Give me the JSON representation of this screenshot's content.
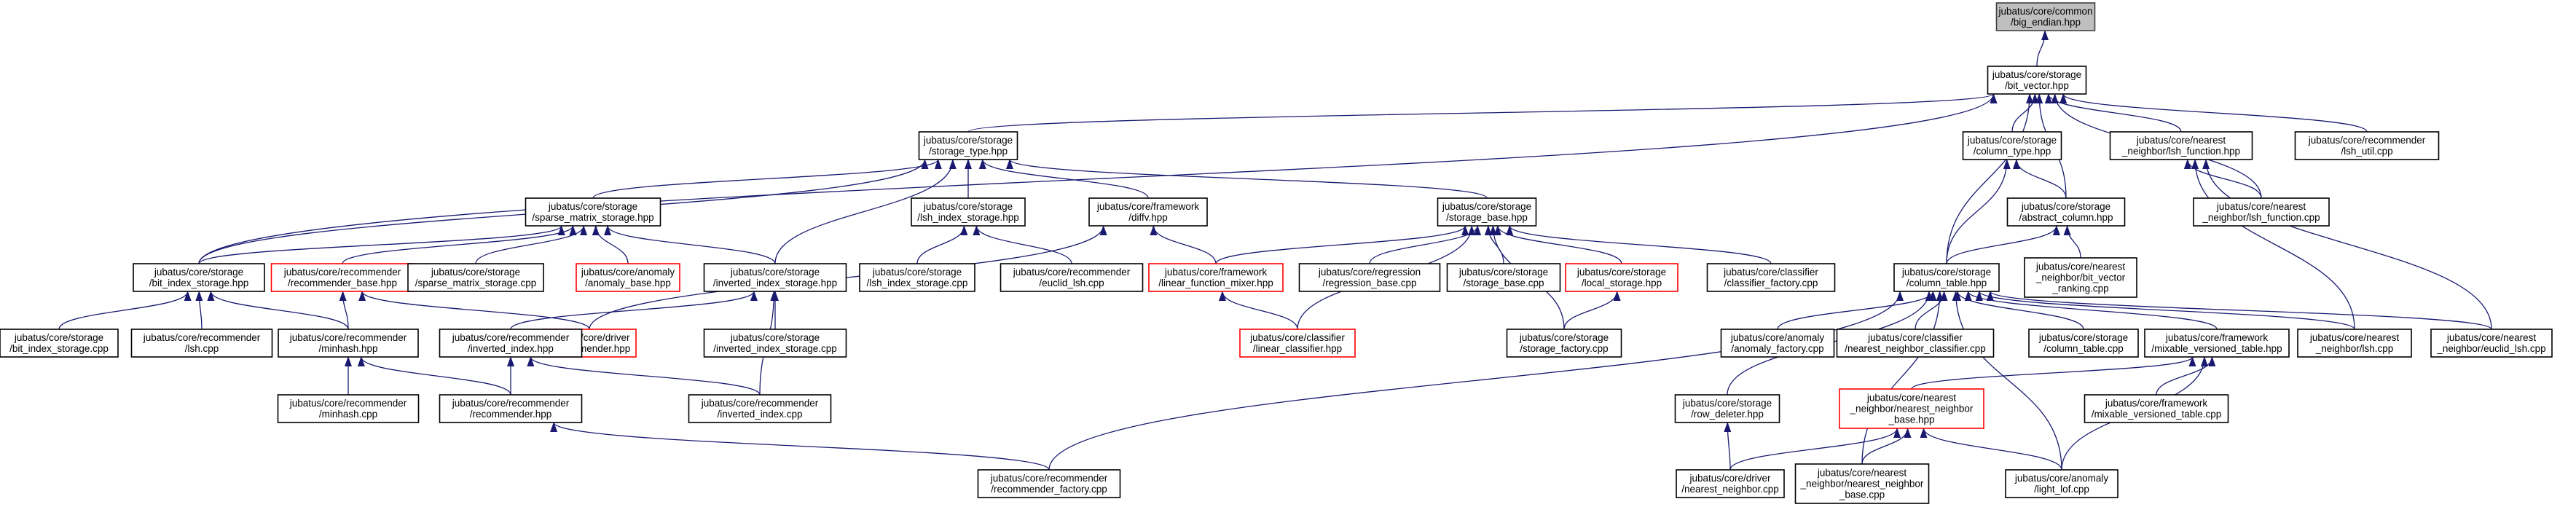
{
  "colors": {
    "edge": "#191970",
    "root_fill": "#bfbfbf",
    "node_fill": "#ffffff",
    "node_border": "#000000",
    "highlight_border": "#ff0000"
  },
  "nodes": {
    "big_endian": {
      "lines": [
        "jubatus/core/common",
        "/big_endian.hpp"
      ],
      "style": "root"
    },
    "bit_vector": {
      "lines": [
        "jubatus/core/storage",
        "/bit_vector.hpp"
      ],
      "style": "normal"
    },
    "storage_type": {
      "lines": [
        "jubatus/core/storage",
        "/storage_type.hpp"
      ],
      "style": "normal"
    },
    "column_type": {
      "lines": [
        "jubatus/core/storage",
        "/column_type.hpp"
      ],
      "style": "normal"
    },
    "lsh_function_hpp": {
      "lines": [
        "jubatus/core/nearest",
        "_neighbor/lsh_function.hpp"
      ],
      "style": "normal"
    },
    "lsh_util": {
      "lines": [
        "jubatus/core/recommender",
        "/lsh_util.cpp"
      ],
      "style": "normal"
    },
    "sparse_matrix_storage_hpp": {
      "lines": [
        "jubatus/core/storage",
        "/sparse_matrix_storage.hpp"
      ],
      "style": "normal"
    },
    "lsh_index_storage_hpp": {
      "lines": [
        "jubatus/core/storage",
        "/lsh_index_storage.hpp"
      ],
      "style": "normal"
    },
    "diffv": {
      "lines": [
        "jubatus/core/framework",
        "/diffv.hpp"
      ],
      "style": "normal"
    },
    "storage_base_hpp": {
      "lines": [
        "jubatus/core/storage",
        "/storage_base.hpp"
      ],
      "style": "normal"
    },
    "abstract_column": {
      "lines": [
        "jubatus/core/storage",
        "/abstract_column.hpp"
      ],
      "style": "normal"
    },
    "lsh_function_cpp": {
      "lines": [
        "jubatus/core/nearest",
        "_neighbor/lsh_function.cpp"
      ],
      "style": "normal"
    },
    "bit_index_storage_hpp": {
      "lines": [
        "jubatus/core/storage",
        "/bit_index_storage.hpp"
      ],
      "style": "normal"
    },
    "recommender_base": {
      "lines": [
        "jubatus/core/recommender",
        "/recommender_base.hpp"
      ],
      "style": "red"
    },
    "sparse_matrix_storage_cpp": {
      "lines": [
        "jubatus/core/storage",
        "/sparse_matrix_storage.cpp"
      ],
      "style": "normal"
    },
    "anomaly_base": {
      "lines": [
        "jubatus/core/anomaly",
        "/anomaly_base.hpp"
      ],
      "style": "red"
    },
    "inverted_index_storage_hpp": {
      "lines": [
        "jubatus/core/storage",
        "/inverted_index_storage.hpp"
      ],
      "style": "normal"
    },
    "lsh_index_storage_cpp": {
      "lines": [
        "jubatus/core/storage",
        "/lsh_index_storage.cpp"
      ],
      "style": "normal"
    },
    "euclid_lsh_cpp": {
      "lines": [
        "jubatus/core/recommender",
        "/euclid_lsh.cpp"
      ],
      "style": "normal"
    },
    "linear_function_mixer": {
      "lines": [
        "jubatus/core/framework",
        "/linear_function_mixer.hpp"
      ],
      "style": "red"
    },
    "regression_base": {
      "lines": [
        "jubatus/core/regression",
        "/regression_base.cpp"
      ],
      "style": "normal"
    },
    "storage_base_cpp": {
      "lines": [
        "jubatus/core/storage",
        "/storage_base.cpp"
      ],
      "style": "normal"
    },
    "local_storage": {
      "lines": [
        "jubatus/core/storage",
        "/local_storage.hpp"
      ],
      "style": "red"
    },
    "classifier_factory": {
      "lines": [
        "jubatus/core/classifier",
        "/classifier_factory.cpp"
      ],
      "style": "normal"
    },
    "column_table_hpp": {
      "lines": [
        "jubatus/core/storage",
        "/column_table.hpp"
      ],
      "style": "normal"
    },
    "bit_vector_ranking": {
      "lines": [
        "jubatus/core/nearest",
        "_neighbor/bit_vector",
        "_ranking.cpp"
      ],
      "style": "normal"
    },
    "bit_index_storage_cpp": {
      "lines": [
        "jubatus/core/storage",
        "/bit_index_storage.cpp"
      ],
      "style": "normal"
    },
    "lsh_cpp_rec": {
      "lines": [
        "jubatus/core/recommender",
        "/lsh.cpp"
      ],
      "style": "normal"
    },
    "minhash_hpp": {
      "lines": [
        "jubatus/core/recommender",
        "/minhash.hpp"
      ],
      "style": "normal"
    },
    "driver_recommender": {
      "lines": [
        "jubatus/core/driver",
        "/recommender.hpp"
      ],
      "style": "red"
    },
    "inverted_index_hpp": {
      "lines": [
        "jubatus/core/recommender",
        "/inverted_index.hpp"
      ],
      "style": "normal"
    },
    "inverted_index_storage_cpp": {
      "lines": [
        "jubatus/core/storage",
        "/inverted_index_storage.cpp"
      ],
      "style": "normal"
    },
    "linear_classifier": {
      "lines": [
        "jubatus/core/classifier",
        "/linear_classifier.hpp"
      ],
      "style": "red"
    },
    "storage_factory": {
      "lines": [
        "jubatus/core/storage",
        "/storage_factory.cpp"
      ],
      "style": "normal"
    },
    "anomaly_factory": {
      "lines": [
        "jubatus/core/anomaly",
        "/anomaly_factory.cpp"
      ],
      "style": "normal"
    },
    "nearest_neighbor_classifier": {
      "lines": [
        "jubatus/core/classifier",
        "/nearest_neighbor_classifier.cpp"
      ],
      "style": "normal"
    },
    "column_table_cpp": {
      "lines": [
        "jubatus/core/storage",
        "/column_table.cpp"
      ],
      "style": "normal"
    },
    "mixable_versioned_table_hpp": {
      "lines": [
        "jubatus/core/framework",
        "/mixable_versioned_table.hpp"
      ],
      "style": "normal"
    },
    "nn_lsh_cpp": {
      "lines": [
        "jubatus/core/nearest",
        "_neighbor/lsh.cpp"
      ],
      "style": "normal"
    },
    "nn_euclid_lsh_cpp": {
      "lines": [
        "jubatus/core/nearest",
        "_neighbor/euclid_lsh.cpp"
      ],
      "style": "normal"
    },
    "minhash_cpp": {
      "lines": [
        "jubatus/core/recommender",
        "/minhash.cpp"
      ],
      "style": "normal"
    },
    "recommender_hpp": {
      "lines": [
        "jubatus/core/recommender",
        "/recommender.hpp"
      ],
      "style": "normal"
    },
    "inverted_index_cpp": {
      "lines": [
        "jubatus/core/recommender",
        "/inverted_index.cpp"
      ],
      "style": "normal"
    },
    "row_deleter": {
      "lines": [
        "jubatus/core/storage",
        "/row_deleter.hpp"
      ],
      "style": "normal"
    },
    "nearest_neighbor_base_hpp": {
      "lines": [
        "jubatus/core/nearest",
        "_neighbor/nearest_neighbor",
        "_base.hpp"
      ],
      "style": "red"
    },
    "mixable_versioned_table_cpp": {
      "lines": [
        "jubatus/core/framework",
        "/mixable_versioned_table.cpp"
      ],
      "style": "normal"
    },
    "recommender_factory": {
      "lines": [
        "jubatus/core/recommender",
        "/recommender_factory.cpp"
      ],
      "style": "normal"
    },
    "driver_nearest_neighbor": {
      "lines": [
        "jubatus/core/driver",
        "/nearest_neighbor.cpp"
      ],
      "style": "normal"
    },
    "nearest_neighbor_base_cpp": {
      "lines": [
        "jubatus/core/nearest",
        "_neighbor/nearest_neighbor",
        "_base.cpp"
      ],
      "style": "normal"
    },
    "light_lof": {
      "lines": [
        "jubatus/core/anomaly",
        "/light_lof.cpp"
      ],
      "style": "normal"
    }
  },
  "edges": [
    [
      "bit_vector",
      "big_endian"
    ],
    [
      "storage_type",
      "bit_vector"
    ],
    [
      "column_type",
      "bit_vector"
    ],
    [
      "abstract_column",
      "bit_vector"
    ],
    [
      "column_table_hpp",
      "bit_vector"
    ],
    [
      "lsh_function_hpp",
      "bit_vector"
    ],
    [
      "lsh_util",
      "bit_vector"
    ],
    [
      "lsh_function_cpp",
      "bit_vector"
    ],
    [
      "bit_index_storage_hpp",
      "bit_vector"
    ],
    [
      "sparse_matrix_storage_hpp",
      "storage_type"
    ],
    [
      "lsh_index_storage_hpp",
      "storage_type"
    ],
    [
      "diffv",
      "storage_type"
    ],
    [
      "storage_base_hpp",
      "storage_type"
    ],
    [
      "bit_index_storage_hpp",
      "storage_type"
    ],
    [
      "inverted_index_storage_hpp",
      "storage_type"
    ],
    [
      "abstract_column",
      "column_type"
    ],
    [
      "column_table_hpp",
      "column_type"
    ],
    [
      "lsh_function_cpp",
      "lsh_function_hpp"
    ],
    [
      "nn_lsh_cpp",
      "lsh_function_hpp"
    ],
    [
      "nn_euclid_lsh_cpp",
      "lsh_function_hpp"
    ],
    [
      "bit_index_storage_hpp",
      "sparse_matrix_storage_hpp"
    ],
    [
      "recommender_base",
      "sparse_matrix_storage_hpp"
    ],
    [
      "sparse_matrix_storage_cpp",
      "sparse_matrix_storage_hpp"
    ],
    [
      "anomaly_base",
      "sparse_matrix_storage_hpp"
    ],
    [
      "inverted_index_storage_hpp",
      "sparse_matrix_storage_hpp"
    ],
    [
      "lsh_index_storage_cpp",
      "lsh_index_storage_hpp"
    ],
    [
      "euclid_lsh_cpp",
      "lsh_index_storage_hpp"
    ],
    [
      "linear_function_mixer",
      "diffv"
    ],
    [
      "driver_recommender",
      "diffv"
    ],
    [
      "linear_function_mixer",
      "storage_base_hpp"
    ],
    [
      "regression_base",
      "storage_base_hpp"
    ],
    [
      "storage_base_cpp",
      "storage_base_hpp"
    ],
    [
      "local_storage",
      "storage_base_hpp"
    ],
    [
      "classifier_factory",
      "storage_base_hpp"
    ],
    [
      "linear_classifier",
      "storage_base_hpp"
    ],
    [
      "storage_factory",
      "storage_base_hpp"
    ],
    [
      "column_table_hpp",
      "abstract_column"
    ],
    [
      "bit_vector_ranking",
      "abstract_column"
    ],
    [
      "bit_index_storage_cpp",
      "bit_index_storage_hpp"
    ],
    [
      "lsh_cpp_rec",
      "bit_index_storage_hpp"
    ],
    [
      "minhash_hpp",
      "bit_index_storage_hpp"
    ],
    [
      "minhash_hpp",
      "recommender_base"
    ],
    [
      "driver_recommender",
      "recommender_base"
    ],
    [
      "inverted_index_hpp",
      "inverted_index_storage_hpp"
    ],
    [
      "inverted_index_storage_cpp",
      "inverted_index_storage_hpp"
    ],
    [
      "inverted_index_cpp",
      "inverted_index_storage_hpp"
    ],
    [
      "linear_classifier",
      "linear_function_mixer"
    ],
    [
      "storage_factory",
      "local_storage"
    ],
    [
      "row_deleter",
      "column_table_hpp"
    ],
    [
      "anomaly_factory",
      "column_table_hpp"
    ],
    [
      "nearest_neighbor_classifier",
      "column_table_hpp"
    ],
    [
      "column_table_cpp",
      "column_table_hpp"
    ],
    [
      "mixable_versioned_table_hpp",
      "column_table_hpp"
    ],
    [
      "nn_lsh_cpp",
      "column_table_hpp"
    ],
    [
      "nn_euclid_lsh_cpp",
      "column_table_hpp"
    ],
    [
      "recommender_factory",
      "column_table_hpp"
    ],
    [
      "nearest_neighbor_base_cpp",
      "column_table_hpp"
    ],
    [
      "light_lof",
      "column_table_hpp"
    ],
    [
      "minhash_cpp",
      "minhash_hpp"
    ],
    [
      "recommender_hpp",
      "minhash_hpp"
    ],
    [
      "recommender_hpp",
      "inverted_index_hpp"
    ],
    [
      "inverted_index_cpp",
      "inverted_index_hpp"
    ],
    [
      "recommender_factory",
      "recommender_hpp"
    ],
    [
      "driver_nearest_neighbor",
      "row_deleter"
    ],
    [
      "nearest_neighbor_base_hpp",
      "mixable_versioned_table_hpp"
    ],
    [
      "mixable_versioned_table_cpp",
      "mixable_versioned_table_hpp"
    ],
    [
      "light_lof",
      "mixable_versioned_table_hpp"
    ],
    [
      "driver_nearest_neighbor",
      "nearest_neighbor_base_hpp"
    ],
    [
      "nearest_neighbor_base_cpp",
      "nearest_neighbor_base_hpp"
    ],
    [
      "light_lof",
      "nearest_neighbor_base_hpp"
    ]
  ]
}
